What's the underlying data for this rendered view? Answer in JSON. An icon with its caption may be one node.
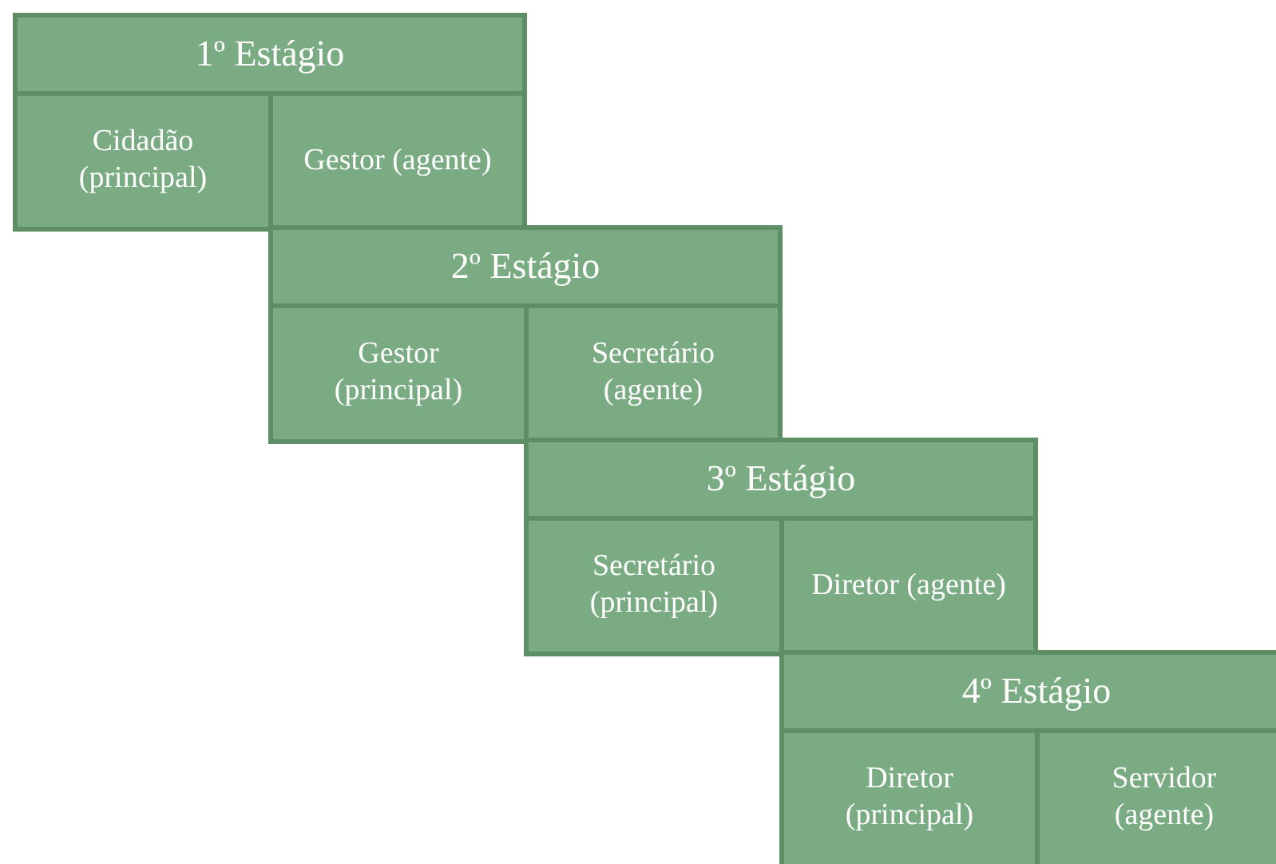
{
  "diagram": {
    "nodes": [
      {
        "text": [
          "1º Estágio"
        ]
      },
      {
        "text": [
          "Cidadão (principal)"
        ]
      },
      {
        "text": [
          "Gestor (agente)"
        ]
      },
      {
        "text": [
          "2º Estágio"
        ]
      },
      {
        "text": [
          "Gestor (principal)"
        ]
      },
      {
        "text": [
          "Secretário (agente)"
        ]
      },
      {
        "text": [
          "3º Estágio"
        ]
      },
      {
        "text": [
          "Secretário (principal)"
        ]
      },
      {
        "text": [
          "Diretor (agente)"
        ]
      },
      {
        "text": [
          "4º Estágio"
        ]
      },
      {
        "text": [
          "Diretor (principal)"
        ]
      },
      {
        "text": [
          "Servidor (agente)"
        ]
      }
    ],
    "edges": []
  }
}
